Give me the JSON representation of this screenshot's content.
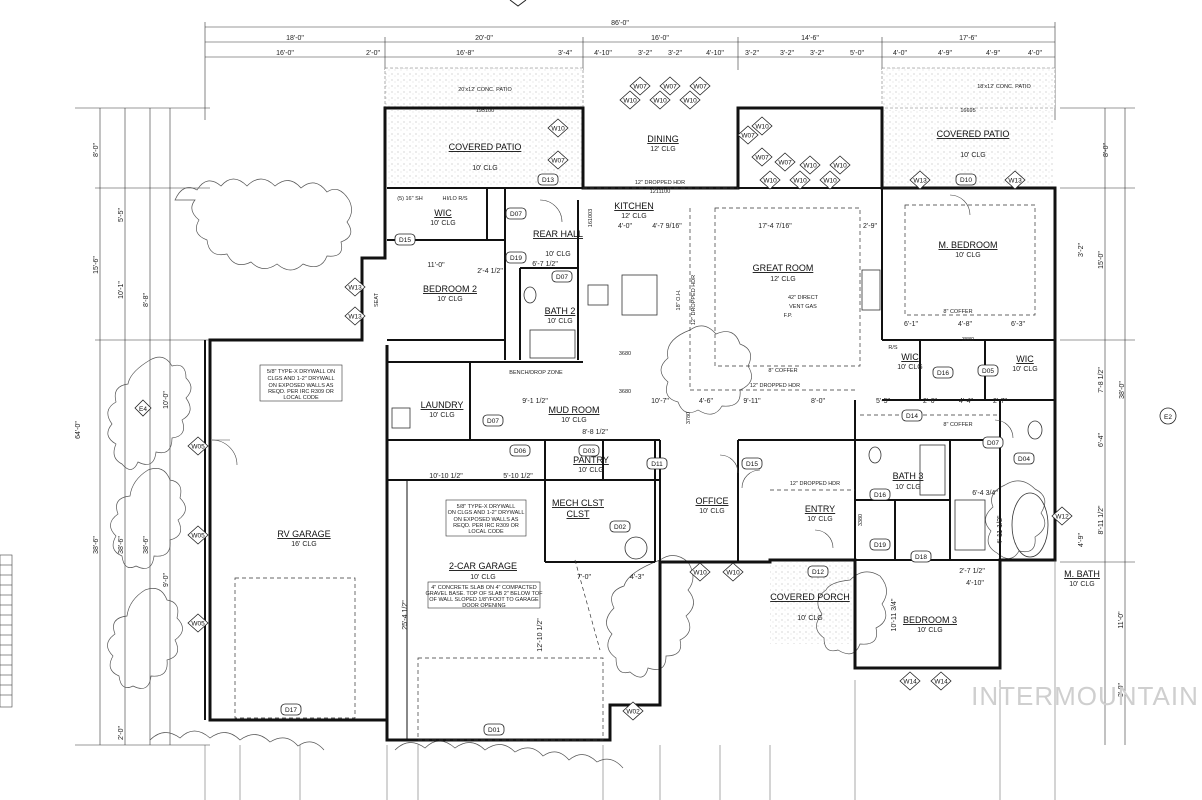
{
  "overall_dimension": "86'-0\"",
  "top_dimensions": {
    "row1": [
      "18'-0\"",
      "20'-0\"",
      "16'-0\"",
      "14'-6\"",
      "17'-6\""
    ],
    "row2": [
      "16'-0\"",
      "2'-0\"",
      "16'-8\"",
      "3'-4\"",
      "4'-10\"",
      "3'-2\"",
      "3'-2\"",
      "4'-10\"",
      "3'-2\"",
      "3'-2\"",
      "3'-2\"",
      "5'-0\"",
      "4'-0\"",
      "4'-9\"",
      "4'-9\"",
      "4'-0\""
    ]
  },
  "left_dimensions": {
    "overall": "64'-0\"",
    "garage_depth": "38'-6\"",
    "labels": [
      "8'-0\"",
      "5'-5\"",
      "10'-1\"",
      "8'-8\"",
      "15'-6\"",
      "9'-0\"",
      "10'-0\"",
      "2'-0\""
    ]
  },
  "right_dimensions": {
    "overall": "38'-0\"",
    "labels": [
      "8'-0\"",
      "15'-0\"",
      "7'-8 1/2\"",
      "6'-4\"",
      "8'-11 1/2\"",
      "11'-0\"",
      "3'-0\"",
      "4'-9\"",
      "3'-2\""
    ]
  },
  "rooms": [
    {
      "name": "COVERED PATIO",
      "ceiling": "10' CLG"
    },
    {
      "name": "DINING",
      "ceiling": "12' CLG"
    },
    {
      "name": "COVERED PATIO",
      "ceiling": "10' CLG"
    },
    {
      "name": "WIC",
      "ceiling": "10' CLG"
    },
    {
      "name": "REAR HALL",
      "ceiling": "10' CLG"
    },
    {
      "name": "KITCHEN",
      "ceiling": "12' CLG"
    },
    {
      "name": "GREAT ROOM",
      "ceiling": "12' CLG"
    },
    {
      "name": "M. BEDROOM",
      "ceiling": "10' CLG"
    },
    {
      "name": "BEDROOM 2",
      "ceiling": "10' CLG"
    },
    {
      "name": "BATH 2",
      "ceiling": "10' CLG"
    },
    {
      "name": "WIC",
      "ceiling": "10' CLG"
    },
    {
      "name": "WIC",
      "ceiling": "10' CLG"
    },
    {
      "name": "LAUNDRY",
      "ceiling": "10' CLG"
    },
    {
      "name": "MUD ROOM",
      "ceiling": "10' CLG"
    },
    {
      "name": "PANTRY",
      "ceiling": "10' CLG"
    },
    {
      "name": "BATH 3",
      "ceiling": "10' CLG"
    },
    {
      "name": "RV GARAGE",
      "ceiling": "16' CLG"
    },
    {
      "name": "2-CAR GARAGE",
      "ceiling": "10' CLG"
    },
    {
      "name": "MECH CLST",
      "ceiling": ""
    },
    {
      "name": "OFFICE",
      "ceiling": "10' CLG"
    },
    {
      "name": "ENTRY",
      "ceiling": "10' CLG"
    },
    {
      "name": "COVERED PORCH",
      "ceiling": "10' CLG"
    },
    {
      "name": "BEDROOM 3",
      "ceiling": "10' CLG"
    },
    {
      "name": "M. BATH",
      "ceiling": "10' CLG"
    }
  ],
  "notes": {
    "concrete_patio_left": "20'x12' CONC. PATIO",
    "concrete_patio_right": "18'x12' CONC. PATIO",
    "dropped_hdr_dining": "12\" DROPPED HDR",
    "dropped_hdr_kitchen": "12\" DROPPED HDR",
    "dropped_hdr_great": "12\" DROPPED HDR",
    "dropped_hdr_entry": "12\" DROPPED HDR",
    "fireplace": "42\" DIRECT VENT GAS F.P.",
    "coffer_master": "8\" COFFER",
    "coffer_great": "8\" COFFER",
    "coffer_bath": "8\" COFFER",
    "bench_drop": "BENCH/DROP ZONE",
    "oh_18": "18\" O.H.",
    "seat": "SEAT",
    "drywall_rv": [
      "5/8\" TYPE-X DRYWALL ON",
      "CLGS AND 1-2\" DRYWALL",
      "ON EXPOSED WALLS AS",
      "REQD. PER IRC R309 OR",
      "LOCAL CODE"
    ],
    "drywall_garage": [
      "5/8\" TYPE-X DRYWALL",
      "ON CLGS AND 1-2\" DRYWALL",
      "ON EXPOSED WALLS AS",
      "REQD. PER IRC R309 OR",
      "LOCAL CODE"
    ],
    "slab": [
      "4\" CONCRETE SLAB ON 4\" COMPACTED",
      "GRAVEL BASE. TOP OF SLAB 2\" BELOW TOF",
      "OF WALL SLOPED 1/8\"/FOOT TO GARAGE",
      "DOOR OPENING"
    ],
    "wic_shelf": "(5) 16\" SH",
    "hilo_rs": "HI/LO R/S",
    "rs": "R/S"
  },
  "interior_dims": [
    "11'-0\"",
    "2'-4 1/2\"",
    "6'-7 1/2\"",
    "4'-0\"",
    "4'-7 9/16\"",
    "17'-4 7/16\"",
    "2'-9\"",
    "6'-1\"",
    "4'-8\"",
    "6'-3\"",
    "9'-1 1/2\"",
    "10'-7\"",
    "4'-6\"",
    "9'-11\"",
    "8'-0\"",
    "5'-5\"",
    "2'-6\"",
    "4'-4\"",
    "2'-7\"",
    "8'-8 1/2\"",
    "10'-10 1/2\"",
    "5'-10 1/2\"",
    "7'-0\"",
    "4'-3\"",
    "25'-4 1/2\"",
    "12'-10 1/2\"",
    "6'-4 3/4\"",
    "4'-11 1/2\"",
    "10'-11 3/4\"",
    "2'-7 1/2\"",
    "4'-10\""
  ],
  "area_numbers": [
    "195100",
    "16695",
    "1211100",
    "161003",
    "3680",
    "3680",
    "3880",
    "3780",
    "3380"
  ],
  "window_tags": [
    "W10",
    "W07",
    "W10",
    "W07",
    "W10",
    "W07",
    "W10",
    "W07",
    "W07",
    "W10",
    "W07",
    "W07",
    "W10",
    "W10",
    "W10",
    "W10",
    "W10",
    "W13",
    "W13",
    "W13",
    "W13",
    "W05",
    "W05",
    "W05",
    "W12",
    "W10",
    "W10",
    "W14",
    "W14",
    "W02"
  ],
  "door_tags": [
    "D13",
    "D10",
    "D15",
    "D19",
    "D07",
    "D07",
    "D07",
    "D07",
    "D16",
    "D05",
    "D14",
    "D06",
    "D03",
    "D11",
    "D02",
    "D15",
    "D04",
    "D12",
    "D16",
    "D19",
    "D18",
    "D17",
    "D01"
  ],
  "elevation_markers": [
    "E4",
    "E2"
  ],
  "watermark": "INTERMOUNTAIN"
}
